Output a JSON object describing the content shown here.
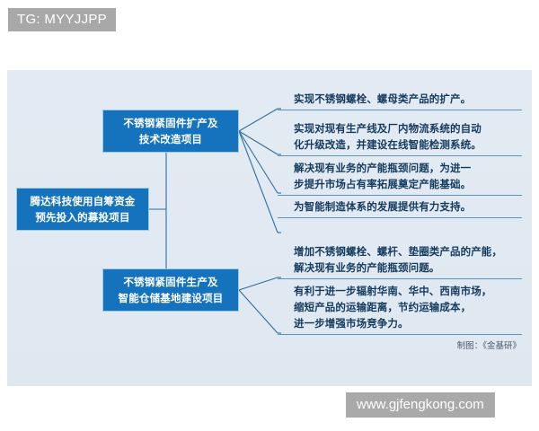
{
  "overlay": {
    "tg_badge": "TG: MYYJJPP",
    "watermark": "www.gjfengkong.com"
  },
  "diagram": {
    "root": {
      "line1": "腾达科技使用自筹资金",
      "line2": "预先投入的募投项目"
    },
    "branches": [
      {
        "id": "branch-1",
        "line1": "不锈钢紧固件扩产及",
        "line2": "技术改造项目",
        "items": [
          {
            "id": "item-1-1",
            "lines": [
              "实现不锈钢螺栓、螺母类产品的扩产。"
            ]
          },
          {
            "id": "item-1-2",
            "lines": [
              "实现对现有生产线及厂内物流系统的自动",
              "化升级改造，并建设在线智能检测系统。"
            ]
          },
          {
            "id": "item-1-3",
            "lines": [
              "解决现有业务的产能瓶颈问题，为进一",
              "步提升市场占有率拓展奠定产能基础。"
            ]
          },
          {
            "id": "item-1-4",
            "lines": [
              "为智能制造体系的发展提供有力支持。"
            ]
          }
        ]
      },
      {
        "id": "branch-2",
        "line1": "不锈钢紧固件生产及",
        "line2": "智能仓储基地建设项目",
        "items": [
          {
            "id": "item-2-1",
            "lines": [
              "增加不锈钢螺栓、螺杆、垫圈类产品的产能，",
              "解决现有业务的产能瓶颈问题。"
            ]
          },
          {
            "id": "item-2-2",
            "lines": [
              "有利于进一步辐射华南、华中、西南市场，",
              "缩短产品的运输距离，节约运输成本，",
              "进一步增强市场竞争力。"
            ]
          }
        ]
      }
    ],
    "credit": "制图：《金基研》",
    "colors": {
      "node_fill": "#1573be",
      "node_border": "#9cc9e8",
      "connector": "#2f6f9f",
      "rule": "#5e93bb",
      "text": "#143b5e",
      "board_bg": "#e2eaf3",
      "badge_bg": "#a8a8a8"
    }
  },
  "leaf_text": {
    "l1_a": "实现不锈钢螺栓、螺母类产品的扩产。",
    "l2_a": "实现对现有生产线及厂内物流系统的自动",
    "l2_b": "化升级改造，并建设在线智能检测系统。",
    "l3_a": "解决现有业务的产能瓶颈问题，为进一",
    "l3_b": "步提升市场占有率拓展奠定产能基础。",
    "l4_a": "为智能制造体系的发展提供有力支持。",
    "l5_a": "增加不锈钢螺栓、螺杆、垫圈类产品的产能，",
    "l5_b": "解决现有业务的产能瓶颈问题。",
    "l6_a": "有利于进一步辐射华南、华中、西南市场，",
    "l6_b": "缩短产品的运输距离，节约运输成本，",
    "l6_c": "进一步增强市场竞争力。"
  }
}
